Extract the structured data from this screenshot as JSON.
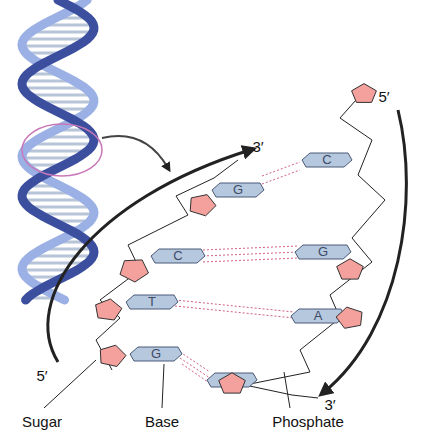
{
  "diagram": {
    "labels": [
      "3′",
      "5′",
      "C",
      "G",
      "C",
      "G",
      "T",
      "A",
      "5′",
      "G",
      "3′",
      "Sugar",
      "Base",
      "Phosphate"
    ]
  }
}
